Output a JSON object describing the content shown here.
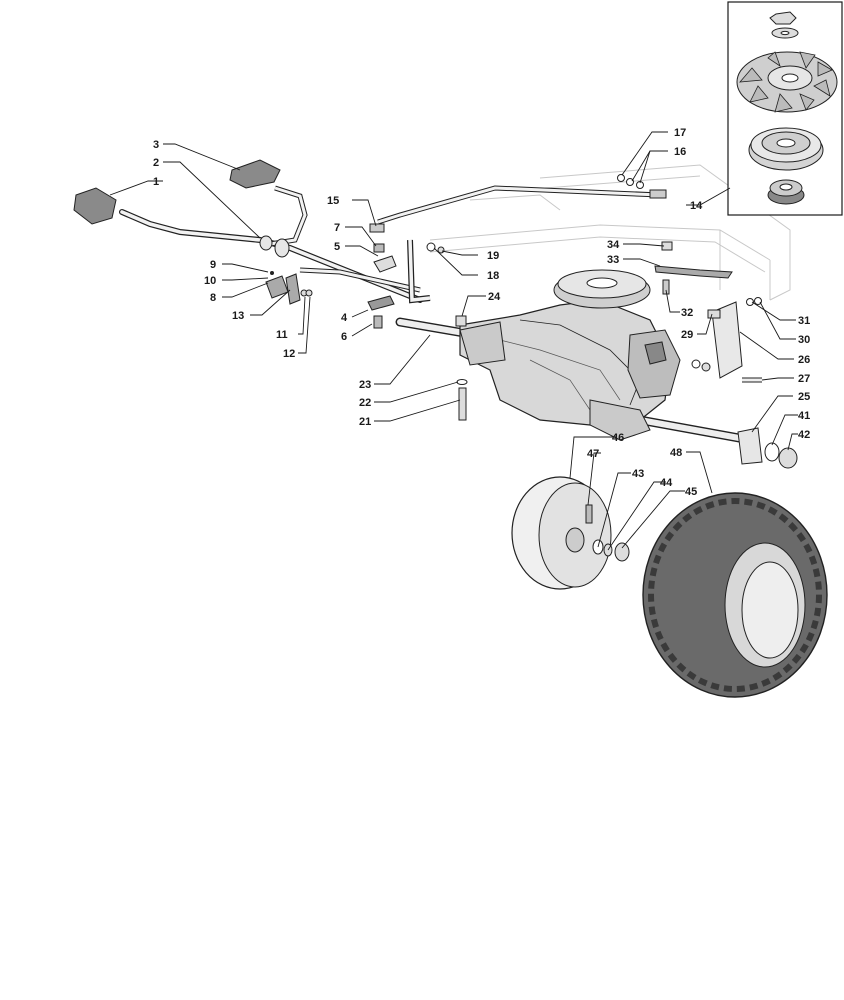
{
  "diagram": {
    "labels": {
      "p1": "1",
      "p2": "2",
      "p3": "3",
      "p4": "4",
      "p5": "5",
      "p6": "6",
      "p7": "7",
      "p8": "8",
      "p9": "9",
      "p10": "10",
      "p11": "11",
      "p12": "12",
      "p13": "13",
      "p14": "14",
      "p15": "15",
      "p16": "16",
      "p17": "17",
      "p18": "18",
      "p19": "19",
      "p21": "21",
      "p22": "22",
      "p23": "23",
      "p24": "24",
      "p25": "25",
      "p26": "26",
      "p27": "27",
      "p29": "29",
      "p30": "30",
      "p31": "31",
      "p32": "32",
      "p33": "33",
      "p34": "34",
      "p41": "41",
      "p42": "42",
      "p43": "43",
      "p44": "44",
      "p45": "45",
      "p46": "46",
      "p47": "47",
      "p48": "48"
    },
    "colors": {
      "line": "#1a1a1a",
      "part_fill": "#e6e6e6",
      "dark_part": "#8a8a8a",
      "frame": "#c8c8c8",
      "tire": "#5a5a5a"
    }
  }
}
